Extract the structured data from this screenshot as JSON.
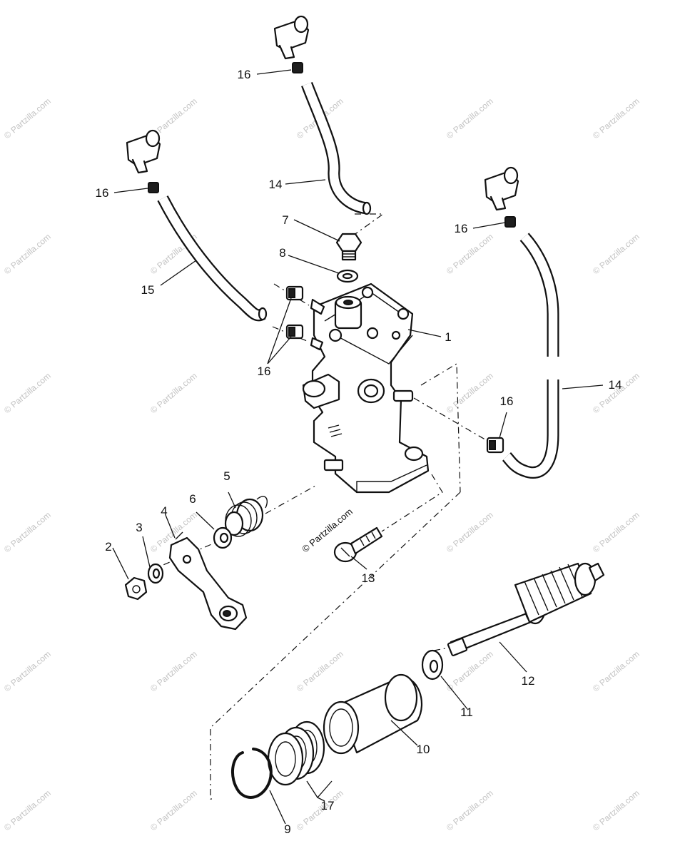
{
  "callouts": {
    "c1": "1",
    "c2": "2",
    "c3": "3",
    "c4": "4",
    "c5": "5",
    "c6": "6",
    "c7": "7",
    "c8": "8",
    "c9": "9",
    "c10": "10",
    "c11": "11",
    "c12": "12",
    "c13": "13",
    "c14a": "14",
    "c14b": "14",
    "c15": "15",
    "c16a": "16",
    "c16b": "16",
    "c16c": "16",
    "c16d": "16",
    "c16e": "16",
    "c17": "17"
  },
  "watermark": {
    "text": "© Partzilla.com",
    "center_text": "© Partzilla.com"
  }
}
